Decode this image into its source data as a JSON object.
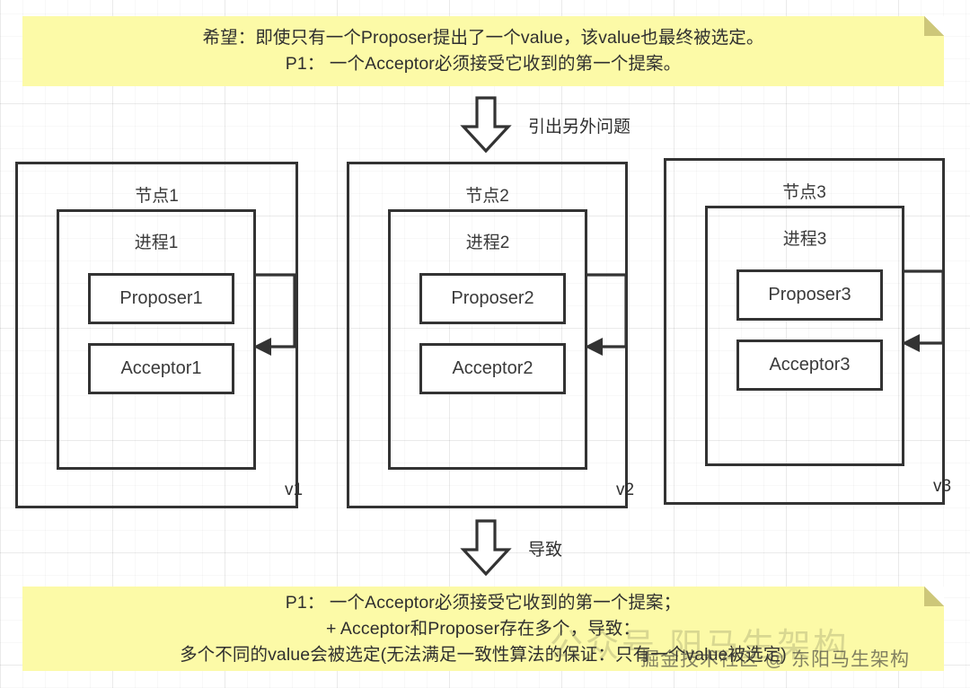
{
  "notes": {
    "top": {
      "lines": [
        "希望：即使只有一个Proposer提出了一个value，该value也最终被选定。",
        "P1： 一个Acceptor必须接受它收到的第一个提案。"
      ]
    },
    "bottom": {
      "lines": [
        "P1： 一个Acceptor必须接受它收到的第一个提案；",
        "+ Acceptor和Proposer存在多个，导致：",
        "多个不同的value会被选定(无法满足一致性算法的保证：只有一个value被选定)"
      ]
    }
  },
  "flows": {
    "top": {
      "label": "引出另外问题",
      "icon": "down-arrow-icon"
    },
    "bottom": {
      "label": "导致",
      "icon": "down-arrow-icon"
    }
  },
  "nodes": [
    {
      "title": "节点1",
      "process": "进程1",
      "proposer": "Proposer1",
      "acceptor": "Acceptor1",
      "value_label": "v1"
    },
    {
      "title": "节点2",
      "process": "进程2",
      "proposer": "Proposer2",
      "acceptor": "Acceptor2",
      "value_label": "v2"
    },
    {
      "title": "节点3",
      "process": "进程3",
      "proposer": "Proposer3",
      "acceptor": "Acceptor3",
      "value_label": "v3"
    }
  ],
  "watermarks": {
    "large": "公众号 阳马生架构",
    "small": "掘金技术社区 @ 东阳马生架构"
  },
  "colors": {
    "note_yellow": "#fcfaa7",
    "note_fold": "#cdc779",
    "stroke": "#333333",
    "text": "#3a3a3a",
    "canvas": "#ffffff"
  }
}
